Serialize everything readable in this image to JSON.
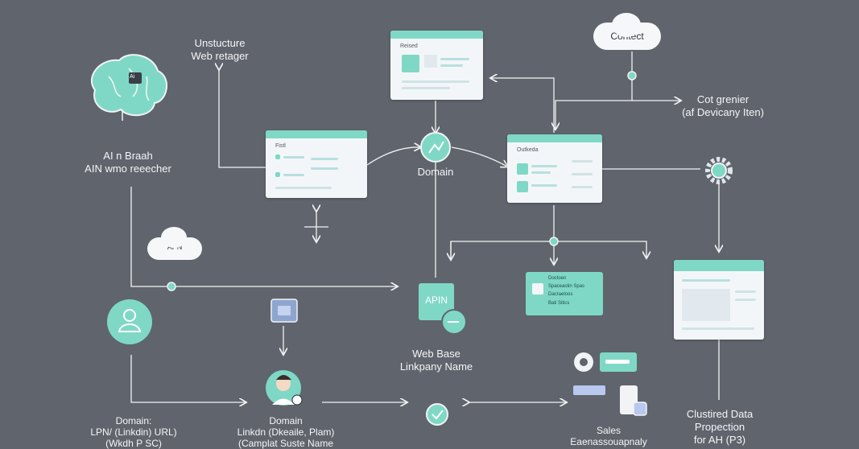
{
  "labels": {
    "unstructured": [
      "Unstucture",
      "Web retager"
    ],
    "ai_brain": [
      "AI n Braah",
      "AIN wmo reeecher"
    ],
    "domain_center": "Domain",
    "contact_cloud": "Contect",
    "cot_grenier": [
      "Cot grenier",
      "(af Devicany Iten)"
    ],
    "small_cloud": "APN",
    "api_badge": "APIN",
    "web_base": [
      "Web Base",
      "Linkpany Name"
    ],
    "bottom_left": [
      "Domain:",
      "LPN/ (Linkdin) URL)",
      "(Wkdh P SC)"
    ],
    "bottom_domain": [
      "Domain",
      "Linkdn (Dkeaile, Plam)",
      "(Camplat Suste Name"
    ],
    "sales": [
      "Sales",
      "Eaenassouapnaly"
    ],
    "clustered": [
      "Clustired Data",
      "Propection",
      "for AH (P3)"
    ],
    "top_window_caption": "Reised",
    "mid_window_caption": "Fistl",
    "right_window_caption": "Outkeda",
    "info_card": [
      "Doctoen",
      "Spaceastin Spas",
      "Dacraeloos",
      "Bati Sitics"
    ],
    "brain_badge": "Ai"
  },
  "colors": {
    "background": "#60646c",
    "accent": "#7fd8c6",
    "panel": "#f3f6f8",
    "line": "#f1f3f5"
  },
  "icons": [
    "brain-icon",
    "cloud-icon",
    "magnifier-icon",
    "gear-icon",
    "user-icon",
    "person-avatar-icon",
    "check-badge-icon",
    "api-icon",
    "network-node-icon",
    "database-icon"
  ]
}
